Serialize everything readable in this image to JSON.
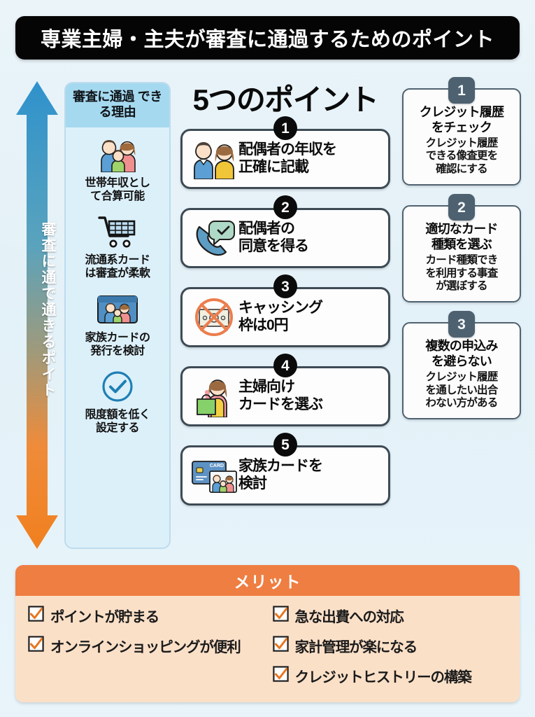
{
  "title": "専業主婦・主夫が審査に通過するためのポイント",
  "arrow": {
    "label": "審査に通で通きるポイト",
    "top_color": "#2b8fc9",
    "bottom_color": "#f07d24"
  },
  "left_panel": {
    "heading": "審査に通過\nできる理由",
    "header_bg": "#a5d9ef",
    "body_bg": "#dcf0fa",
    "items": [
      {
        "icon": "family-icon",
        "label": "世帯年収とし\nて合算可能"
      },
      {
        "icon": "shopping-cart-icon",
        "label": "流通系カード\nは審査が柔軟"
      },
      {
        "icon": "family-card-icon",
        "label": "家族カードの\n発行を検討"
      },
      {
        "icon": "check-circle-icon",
        "label": "限度額を低く\n設定する"
      }
    ]
  },
  "center": {
    "heading": "5つのポイント",
    "points": [
      {
        "number": "1",
        "icon": "couple-icon",
        "label": "配偶者の年収を\n正確に記載"
      },
      {
        "number": "2",
        "icon": "phone-check-icon",
        "label": "配偶者の\n同意を得る"
      },
      {
        "number": "3",
        "icon": "no-cash-icon",
        "label": "キャッシング\n枠は0円"
      },
      {
        "number": "4",
        "icon": "housewife-shopping-icon",
        "label": "主婦向け\nカードを選ぶ"
      },
      {
        "number": "5",
        "icon": "credit-card-family-icon",
        "label": "家族カードを\n検討"
      }
    ]
  },
  "right": {
    "cards": [
      {
        "number": "1",
        "title": "クレジット履歴\nをチェック",
        "body": "クレジット履歴\nできる像査更を\n確認にする"
      },
      {
        "number": "2",
        "title": "適切なカード\n種類を選ぶ",
        "body": "カード種類でき\nを利用する事査\nが選ぼする"
      },
      {
        "number": "3",
        "title": "複数の申込み\nを避らない",
        "body": "クレジット履歴\nを通したい出合\nわない方がある"
      }
    ]
  },
  "merit": {
    "heading": "メリット",
    "header_bg": "#ef7e42",
    "body_bg": "#fbe0c8",
    "check_color": "#e8761f",
    "left_items": [
      "ポイントが貯まる",
      "オンラインショッピングが便利"
    ],
    "right_items": [
      "急な出費への対応",
      "家計管理が楽になる",
      "クレジットヒストリーの構築"
    ]
  }
}
